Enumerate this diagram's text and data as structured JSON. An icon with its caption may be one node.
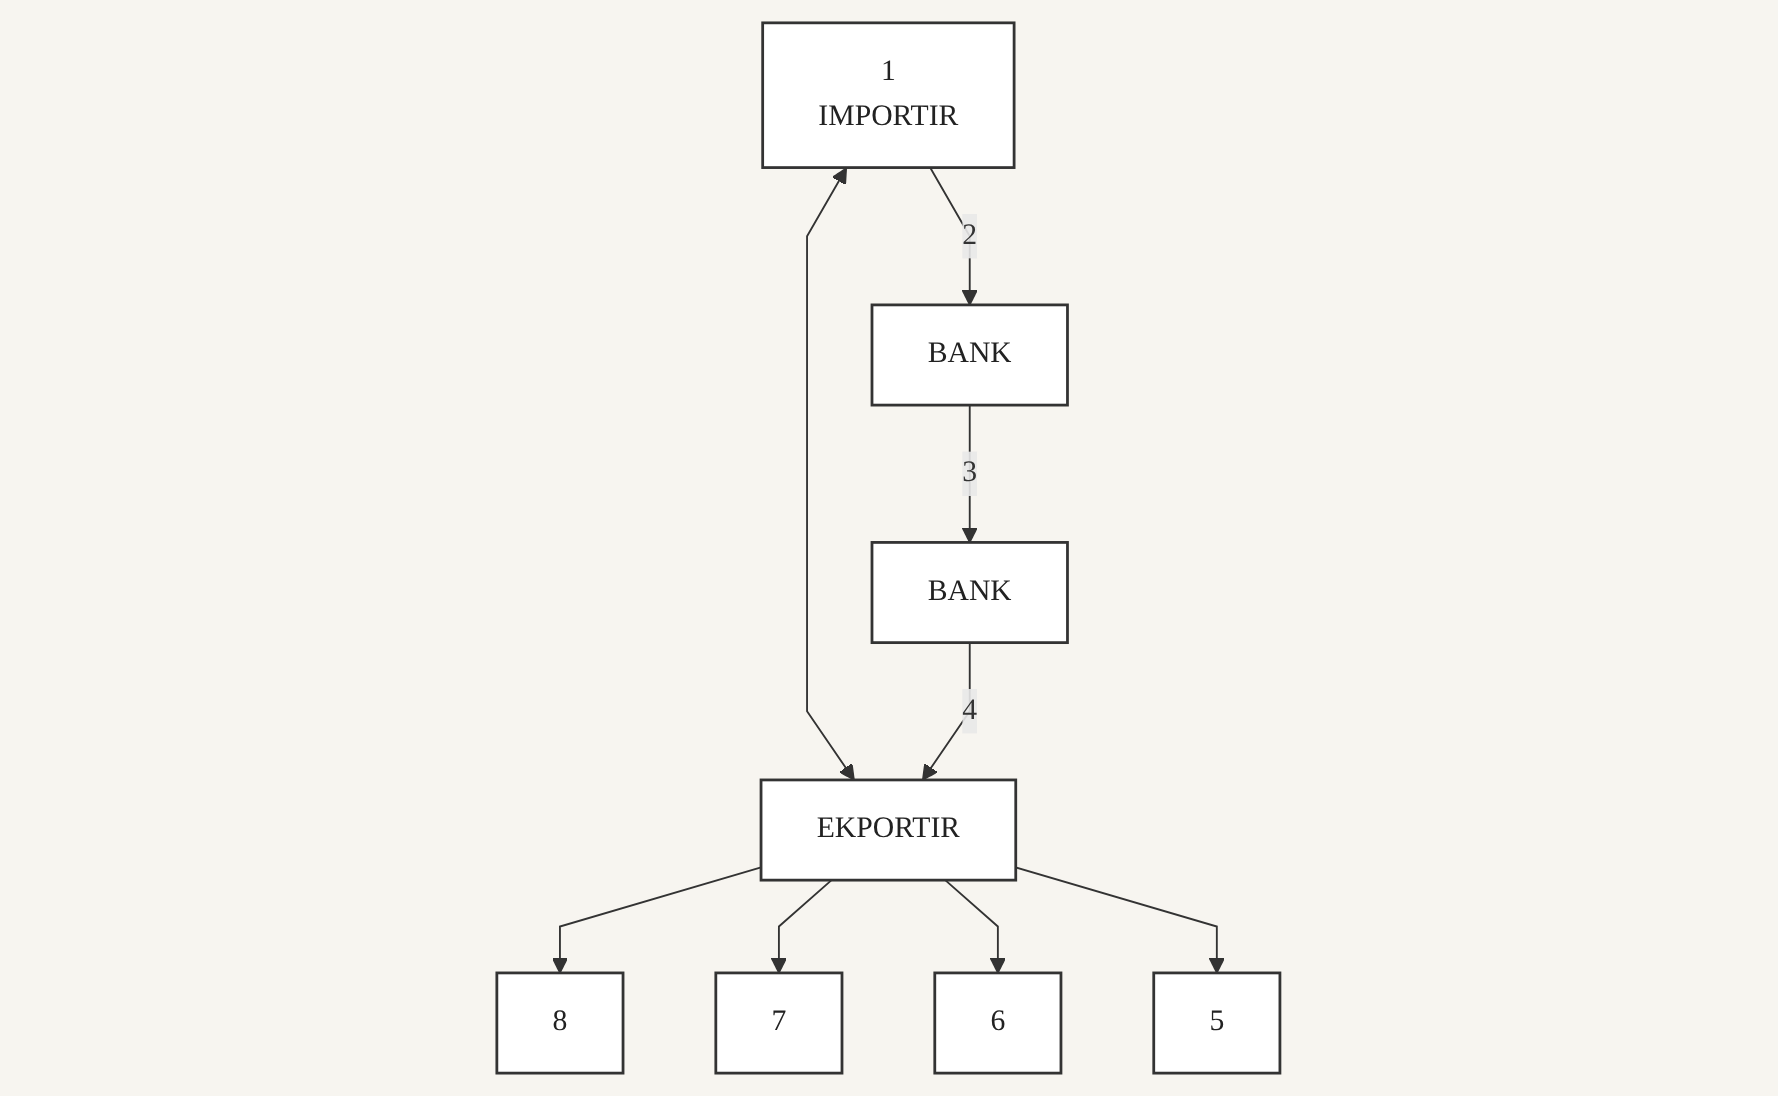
{
  "diagram": {
    "nodes": [
      {
        "text": [
          "BANK"
        ]
      },
      {
        "text": [
          "1",
          "IMPORTIR"
        ]
      },
      {
        "text": [
          "BANK"
        ]
      },
      {
        "text": [
          "EKPORTIR"
        ]
      },
      {
        "text": [
          "8"
        ]
      },
      {
        "text": [
          "7"
        ]
      },
      {
        "text": [
          "6"
        ]
      },
      {
        "text": [
          "5"
        ]
      }
    ],
    "edges": [
      {
        "from": 1,
        "to": 0,
        "arrow": "to",
        "label": "2"
      },
      {
        "from": 0,
        "to": 2,
        "arrow": "to",
        "label": "3"
      },
      {
        "from": 1,
        "to": 3,
        "arrow": "both"
      },
      {
        "from": 2,
        "to": 3,
        "arrow": "to",
        "label": "4"
      },
      {
        "from": 3,
        "to": 4,
        "arrow": "to"
      },
      {
        "from": 3,
        "to": 5,
        "arrow": "to"
      },
      {
        "from": 3,
        "to": 6,
        "arrow": "to"
      },
      {
        "from": 3,
        "to": 7,
        "arrow": "to"
      }
    ]
  }
}
